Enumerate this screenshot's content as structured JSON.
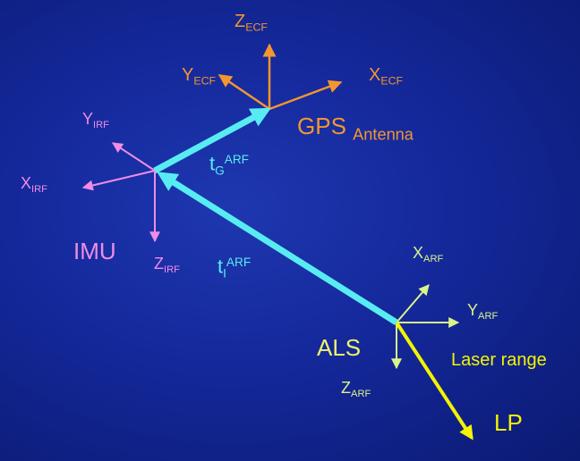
{
  "colors": {
    "ecf": "#f3962f",
    "irf": "#f08ce6",
    "arf": "#d8f48a",
    "lever": "#58ecf2",
    "laser": "#f4f400"
  },
  "labels": {
    "z_ecf": {
      "main": "Z",
      "sub": "ECF"
    },
    "y_ecf": {
      "main": "Y",
      "sub": "ECF"
    },
    "x_ecf": {
      "main": "X",
      "sub": "ECF"
    },
    "gps": {
      "main": "GPS",
      "sub": "Antenna"
    },
    "y_irf": {
      "main": "Y",
      "sub": "IRF"
    },
    "x_irf": {
      "main": "X",
      "sub": "IRF"
    },
    "z_irf": {
      "main": "Z",
      "sub": "IRF"
    },
    "imu": "IMU",
    "t_g": {
      "main": "t",
      "sub": "G",
      "sup": "ARF"
    },
    "t_i": {
      "main": "t",
      "sub": "I",
      "sup": "ARF"
    },
    "x_arf": {
      "main": "X",
      "sub": "ARF"
    },
    "y_arf": {
      "main": "Y",
      "sub": "ARF"
    },
    "z_arf": {
      "main": "Z",
      "sub": "ARF"
    },
    "als": "ALS",
    "laser_range": "Laser range",
    "lp": "LP"
  }
}
